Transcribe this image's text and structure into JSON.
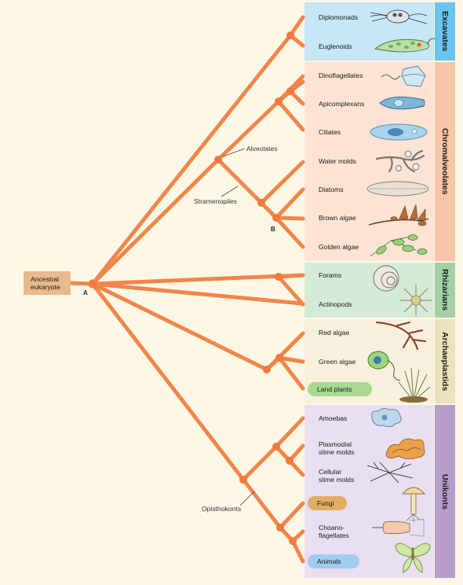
{
  "root": {
    "line1": "Ancestral",
    "line2": "eukaryote"
  },
  "node_labels": {
    "a": "A",
    "b": "B"
  },
  "callouts": {
    "alveolates": "Alveolates",
    "stramenopiles": "Stramenopiles",
    "opisthokonts": "Opisthokonts"
  },
  "groups": {
    "excavates": {
      "name": "Excavates",
      "color": "#c7e6f6",
      "side_color": "#6cc3ee"
    },
    "chromalveolates": {
      "name": "Chromalveolates",
      "color": "#fde3d3",
      "side_color": "#f8c4a8"
    },
    "rhizarians": {
      "name": "Rhizarians",
      "color": "#d4ebd7",
      "side_color": "#a1d1a4"
    },
    "archaeplastids": {
      "name": "Archaeplastids",
      "color": "#f7f0dc",
      "side_color": "#ece3bc"
    },
    "unikonts": {
      "name": "Unikonts",
      "color": "#e8dff0",
      "side_color": "#b59cc9"
    }
  },
  "taxa": {
    "diplomonads": "Diplomonads",
    "euglenoids": "Euglenoids",
    "dinoflagellates": "Dinoflagellates",
    "apicomplexans": "Apicomplexans",
    "ciliates": "Ciliates",
    "water_molds": "Water molds",
    "diatoms": "Diatoms",
    "brown_algae": "Brown algae",
    "golden_algae": "Golden algae",
    "forams": "Forams",
    "actinopods": "Actinopods",
    "red_algae": "Red algae",
    "green_algae": "Green algae",
    "land_plants": "Land plants",
    "amoebas": "Amoebas",
    "plasmodial_1": "Plasmodial",
    "plasmodial_2": "slime molds",
    "cellular_1": "Cellular",
    "cellular_2": "slime molds",
    "fungi": "Fungi",
    "choano_1": "Choano-",
    "choano_2": "flagellates",
    "animals": "Animals"
  },
  "colors": {
    "branch": "#f2854b",
    "node": "#ee7a3c",
    "land_plants_pill": "#a9d890",
    "fungi_pill": "#e2ad62",
    "animals_pill": "#9fcdf0"
  },
  "icons": {
    "diplomonad": "diplomonad-icon",
    "euglenoid": "euglenoid-icon",
    "dinoflagellate": "dinoflagellate-icon",
    "apicomplexan": "apicomplexan-icon",
    "ciliate": "ciliate-icon",
    "water_mold": "water-mold-icon",
    "diatom": "diatom-icon",
    "brown_alga": "brown-alga-icon",
    "golden_alga": "golden-alga-icon",
    "foram": "foram-icon",
    "actinopod": "actinopod-icon",
    "red_alga": "red-alga-icon",
    "green_alga": "green-alga-icon",
    "land_plant": "land-plant-icon",
    "amoeba": "amoeba-icon",
    "plasmodial_slime_mold": "plasmodial-slime-mold-icon",
    "cellular_slime_mold": "cellular-slime-mold-icon",
    "mushroom": "mushroom-icon",
    "choanoflagellate": "choanoflagellate-icon",
    "moth": "moth-icon"
  }
}
